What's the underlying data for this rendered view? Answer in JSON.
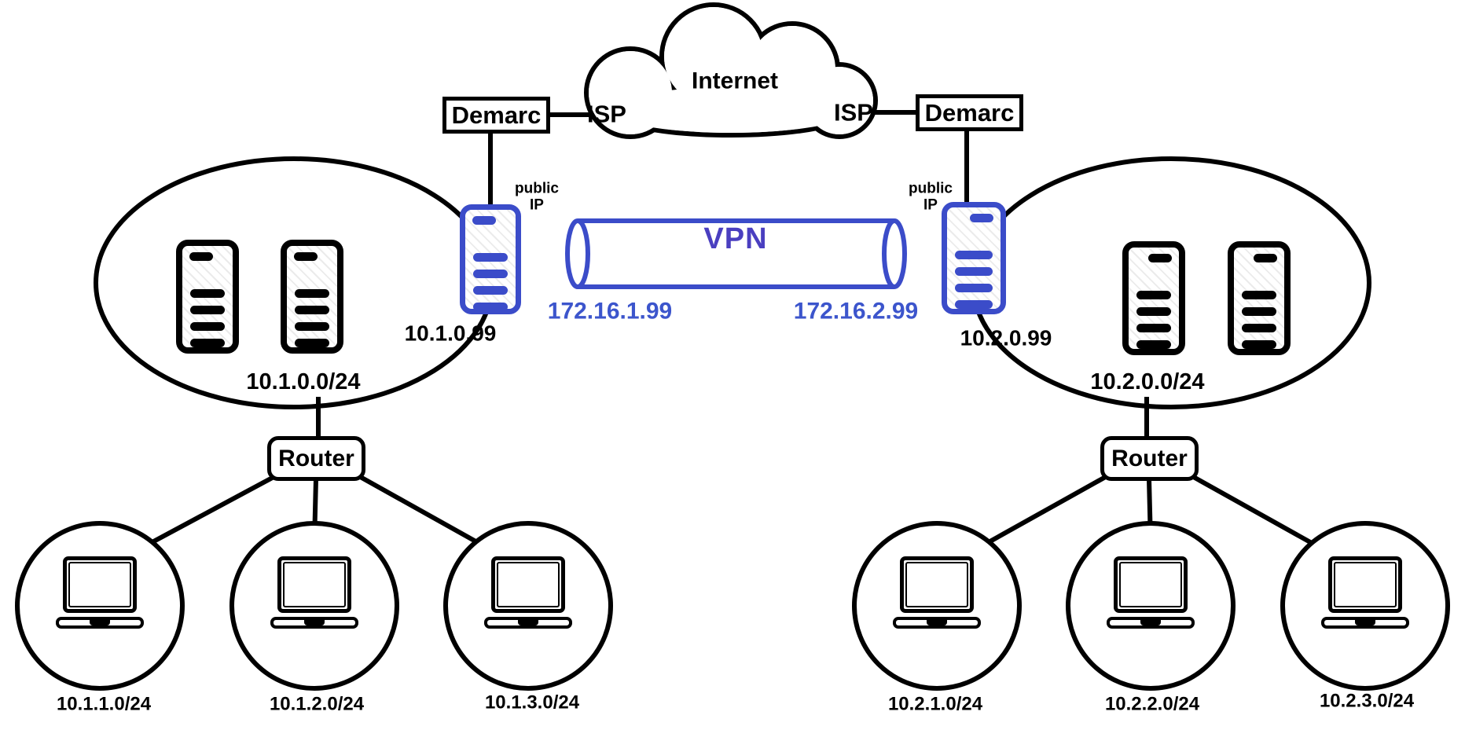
{
  "colors": {
    "diagram_black": "#000000",
    "accent_blue": "#3b4cc9",
    "tunnel_ip_blue": "#3c55cc",
    "vpn_label_blue": "#4a3fc0"
  },
  "internet": {
    "cloud_label": "Internet",
    "left_isp_label": "ISP",
    "right_isp_label": "ISP"
  },
  "vpn_tunnel": {
    "label": "VPN",
    "left_endpoint_ip": "172.16.1.99",
    "right_endpoint_ip": "172.16.2.99"
  },
  "left_site": {
    "demarc_label": "Demarc",
    "public_ip_caption": {
      "line1": "public",
      "line2": "IP"
    },
    "gateway_ip": "10.1.0.99",
    "network_label": "10.1.0.0/24",
    "router_label": "Router",
    "subnet_labels": [
      "10.1.1.0/24",
      "10.1.2.0/24",
      "10.1.3.0/24"
    ]
  },
  "right_site": {
    "demarc_label": "Demarc",
    "public_ip_caption": {
      "line1": "public",
      "line2": "IP"
    },
    "gateway_ip": "10.2.0.99",
    "network_label": "10.2.0.0/24",
    "router_label": "Router",
    "subnet_labels": [
      "10.2.1.0/24",
      "10.2.2.0/24",
      "10.2.3.0/24"
    ]
  },
  "icons": {
    "cloud": "internet-cloud-icon",
    "server": "server-icon",
    "gateway": "vpn-gateway-server-icon",
    "tunnel": "vpn-tunnel-cylinder-icon",
    "laptop": "laptop-icon"
  }
}
